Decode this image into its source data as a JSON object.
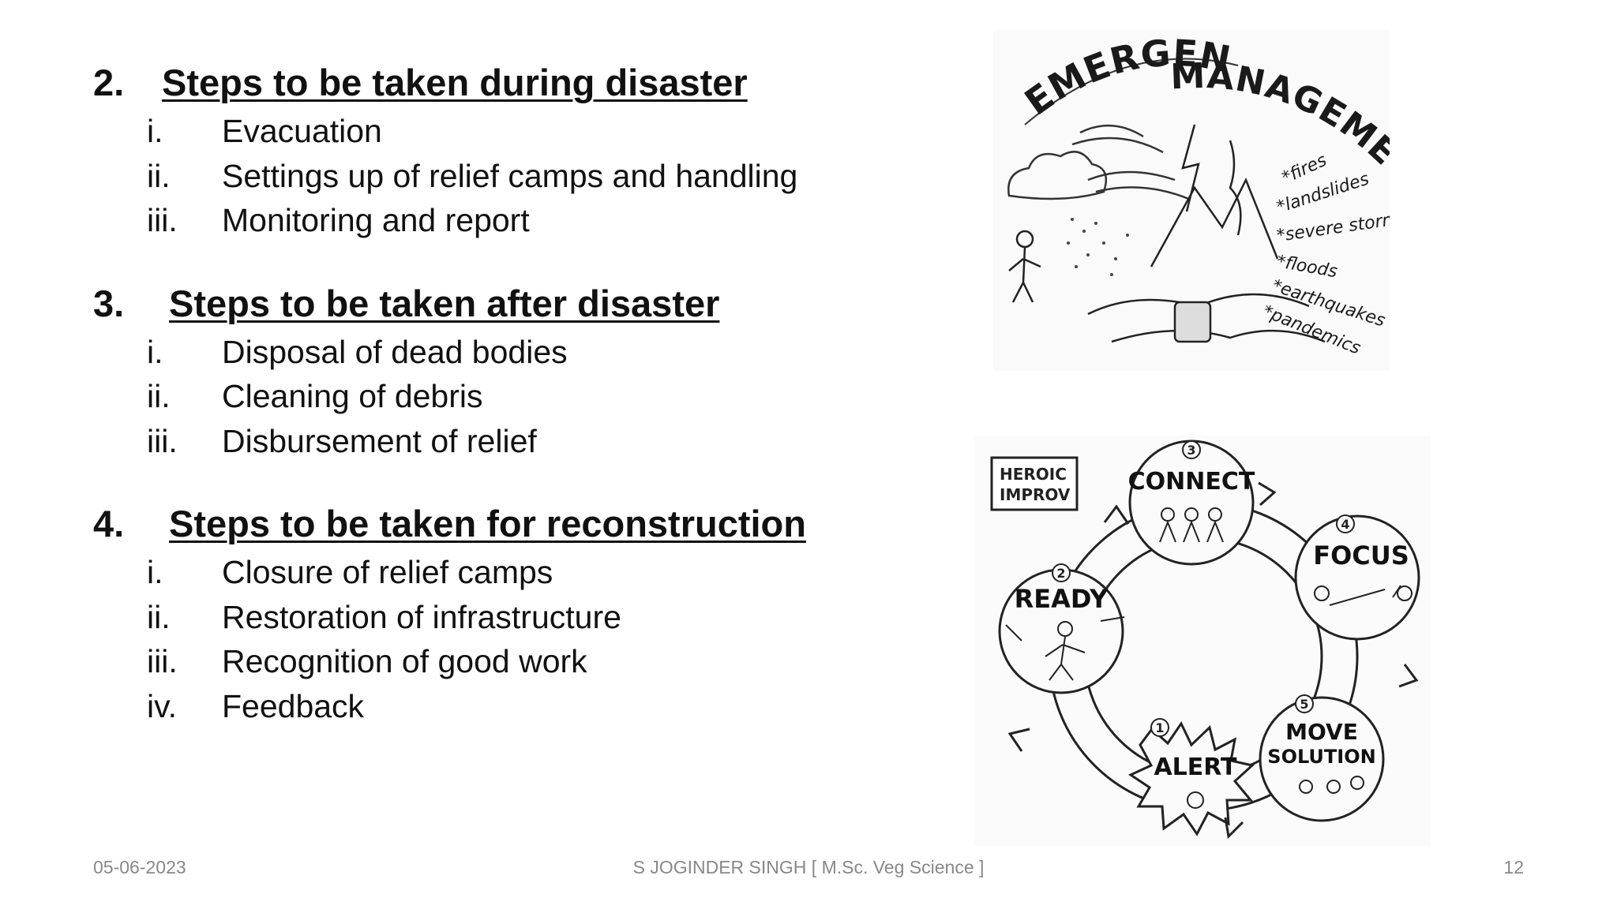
{
  "sections": [
    {
      "number": "2.",
      "title": "Steps to be taken during disaster",
      "items": [
        {
          "num": "i.",
          "text": "Evacuation"
        },
        {
          "num": "ii.",
          "text": "Settings up of relief camps and handling"
        },
        {
          "num": "iii.",
          "text": "Monitoring and report"
        }
      ]
    },
    {
      "number": "3.",
      "title": "Steps to be taken after disaster",
      "items": [
        {
          "num": "i.",
          "text": "Disposal of dead bodies"
        },
        {
          "num": "ii.",
          "text": "Cleaning of debris"
        },
        {
          "num": "iii.",
          "text": "Disbursement of relief"
        }
      ]
    },
    {
      "number": "4.",
      "title": "Steps to be taken for reconstruction",
      "items": [
        {
          "num": "i.",
          "text": "Closure of relief camps"
        },
        {
          "num": "ii.",
          "text": "Restoration of infrastructure"
        },
        {
          "num": "iii.",
          "text": "Recognition of good work"
        },
        {
          "num": "iv.",
          "text": "Feedback"
        }
      ]
    }
  ],
  "illustration1": {
    "title_line1": "EMERGENCY",
    "title_line2": "MANAGEMENT",
    "hazards": [
      "*fires",
      "*landslides",
      "*severe storms",
      "*floods",
      "*earthquakes",
      "*pandemics"
    ]
  },
  "illustration2": {
    "label_line1": "HEROIC",
    "label_line2": "IMPROV",
    "stages": [
      {
        "num": "1",
        "name": "ALERT"
      },
      {
        "num": "2",
        "name": "READY"
      },
      {
        "num": "3",
        "name": "CONNECT"
      },
      {
        "num": "4",
        "name": "FOCUS"
      },
      {
        "num": "5",
        "name_line1": "MOVE",
        "name_line2": "SOLUTION"
      }
    ]
  },
  "footer": {
    "date": "05-06-2023",
    "author": "S JOGINDER SINGH [ M.Sc. Veg Science ]",
    "page": "12"
  }
}
